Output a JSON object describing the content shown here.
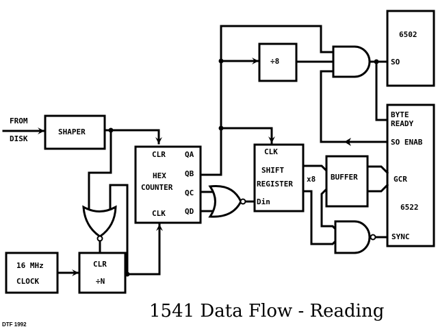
{
  "title": "1541 Data Flow - Reading",
  "credit": "DTF 1992",
  "colors": {
    "ink": "#000000",
    "background": "#ffffff"
  },
  "input": {
    "line1": "FROM",
    "line2": "DISK"
  },
  "blocks": {
    "shaper": {
      "label": "SHAPER"
    },
    "clock": {
      "line1": "16 MHz",
      "line2": "CLOCK"
    },
    "divider_n": {
      "top": "CLR",
      "label": "÷N"
    },
    "hex_counter": {
      "clr": "CLR",
      "line1": "HEX",
      "line2": "COUNTER",
      "clk": "CLK",
      "qa": "QA",
      "qb": "QB",
      "qc": "QC",
      "qd": "QD"
    },
    "divider_8": {
      "label": "÷8"
    },
    "shift_register": {
      "clk": "CLK",
      "line1": "SHIFT",
      "line2": "REGISTER",
      "din": "Din",
      "bus": "x8"
    },
    "buffer": {
      "label": "BUFFER"
    },
    "cpu_6502": {
      "name": "6502",
      "so": "SO"
    },
    "via_6522": {
      "byte_ready_1": "BYTE",
      "byte_ready_2": "READY",
      "so_enab": "SO ENAB",
      "gcr": "GCR",
      "name": "6522",
      "sync": "SYNC"
    }
  },
  "gates": [
    {
      "id": "nor-left",
      "type": "NOR"
    },
    {
      "id": "nor-counter",
      "type": "NOR"
    },
    {
      "id": "and-so",
      "type": "AND"
    },
    {
      "id": "nand-sync",
      "type": "NAND"
    }
  ]
}
